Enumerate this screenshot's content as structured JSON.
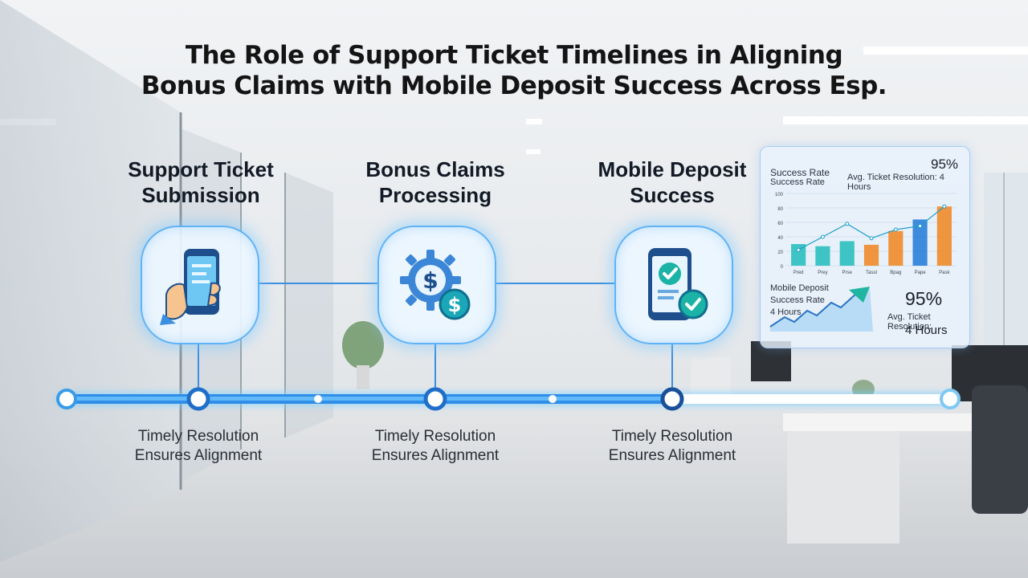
{
  "title": {
    "line1": "The Role of Support Ticket Timelines in Aligning",
    "line2": "Bonus Claims with Mobile Deposit Success Across Esp."
  },
  "steps": [
    {
      "title_line1": "Support Ticket",
      "title_line2": "Submission",
      "icon": "phone-hand-icon",
      "caption_line1": "Timely Resolution",
      "caption_line2": "Ensures Alignment"
    },
    {
      "title_line1": "Bonus Claims",
      "title_line2": "Processing",
      "icon": "gear-dollar-icon",
      "caption_line1": "Timely Resolution",
      "caption_line2": "Ensures Alignment"
    },
    {
      "title_line1": "Mobile Deposit",
      "title_line2": "Success",
      "icon": "phone-check-icon",
      "caption_line1": "Timely Resolution",
      "caption_line2": "Ensures Alignment"
    }
  ],
  "panel": {
    "label_success_rate": "Success Rate",
    "label_success_rate_2": "Success Rate",
    "value_top": "95%",
    "label_avg_top": "Avg. Ticket Resolution: 4 Hours",
    "label_mobile_deposit": "Mobile Deposit",
    "label_success_rate_3": "Success Rate",
    "label_hours": "4 Hours",
    "value_bottom": "95%",
    "label_avg_bottom": "Avg. Ticket Resolution:",
    "label_hours_bottom": "4 Hours"
  },
  "chart_data": {
    "type": "bar",
    "title": "Success Rate",
    "ylim": [
      0,
      100
    ],
    "y_ticks": [
      "0",
      "20",
      "40",
      "60",
      "80",
      "100"
    ],
    "categories": [
      "Pred",
      "Prey",
      "Prse",
      "Tasst",
      "Bpag",
      "Pape",
      "Pask"
    ],
    "values": [
      30,
      27,
      34,
      29,
      48,
      64,
      82
    ],
    "line_values": [
      22,
      40,
      58,
      38,
      50,
      55,
      82
    ],
    "colors": [
      "#2bbfbf",
      "#2bbfbf",
      "#2bbfbf",
      "#f08a2a",
      "#f08a2a",
      "#2a7fd8",
      "#f08a2a"
    ]
  },
  "colors": {
    "accent_blue": "#1e88e5",
    "timeline_glow": "#4fc3f7"
  }
}
